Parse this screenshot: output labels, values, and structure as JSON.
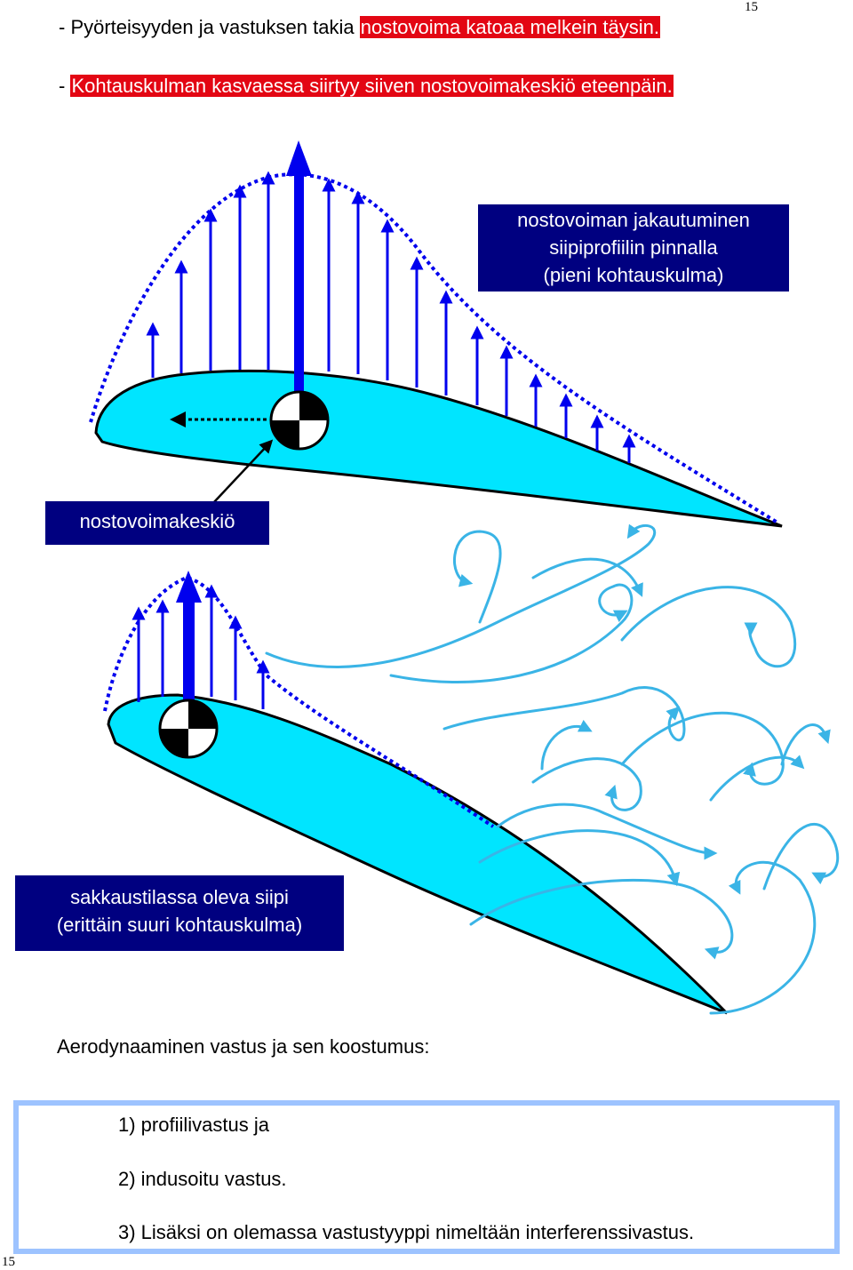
{
  "page_number_top": "15",
  "page_number_bottom": "15",
  "lines": {
    "line1_prefix": "- Pyörteisyyden ja vastuksen takia ",
    "line1_highlight": "nostovoima katoaa melkein täysin.",
    "line2_prefix": "- ",
    "line2_highlight": "Kohtauskulman kasvaessa siirtyy siiven nostovoimakeskiö eteenpäin."
  },
  "labels": {
    "distribution_line1": "nostovoiman jakautuminen",
    "distribution_line2": "siipiprofiilin pinnalla",
    "distribution_line3": "(pieni kohtauskulma)",
    "lift_center": "nostovoimakeskiö",
    "stall_line1": "sakkaustilassa oleva siipi",
    "stall_line2": "(erittäin suuri kohtauskulma)"
  },
  "heading": "Aerodynaaminen vastus ja sen koostumus:",
  "list": [
    "1) profiilivastus ja",
    "2) indusoitu  vastus.",
    "3) Lisäksi on olemassa vastustyyppi nimeltään interferenssivastus."
  ],
  "colors": {
    "highlight_red": "#e30613",
    "label_navy": "#000080",
    "wing_cyan": "#00e5ff",
    "arrow_blue": "#0000ee",
    "vortex_blue": "#3ab4e6",
    "list_border": "#9dc3ff"
  }
}
